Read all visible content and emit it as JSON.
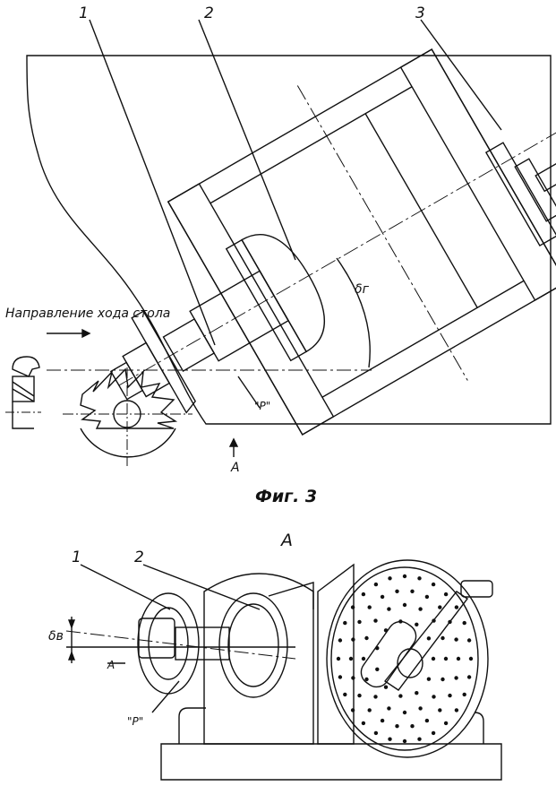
{
  "figure": {
    "caption": "Фиг. 3",
    "direction_label": "Направление хода стола",
    "view_letter_top": "А",
    "view_title": "А",
    "callouts_top": [
      "1",
      "2",
      "3"
    ],
    "callouts_bottom": [
      "1",
      "2"
    ],
    "angle_top": "δг",
    "angle_bottom": "δв",
    "point_label_top": "\"Р\"",
    "point_label_bottom": "\"Р\"",
    "offset_label": "А"
  }
}
